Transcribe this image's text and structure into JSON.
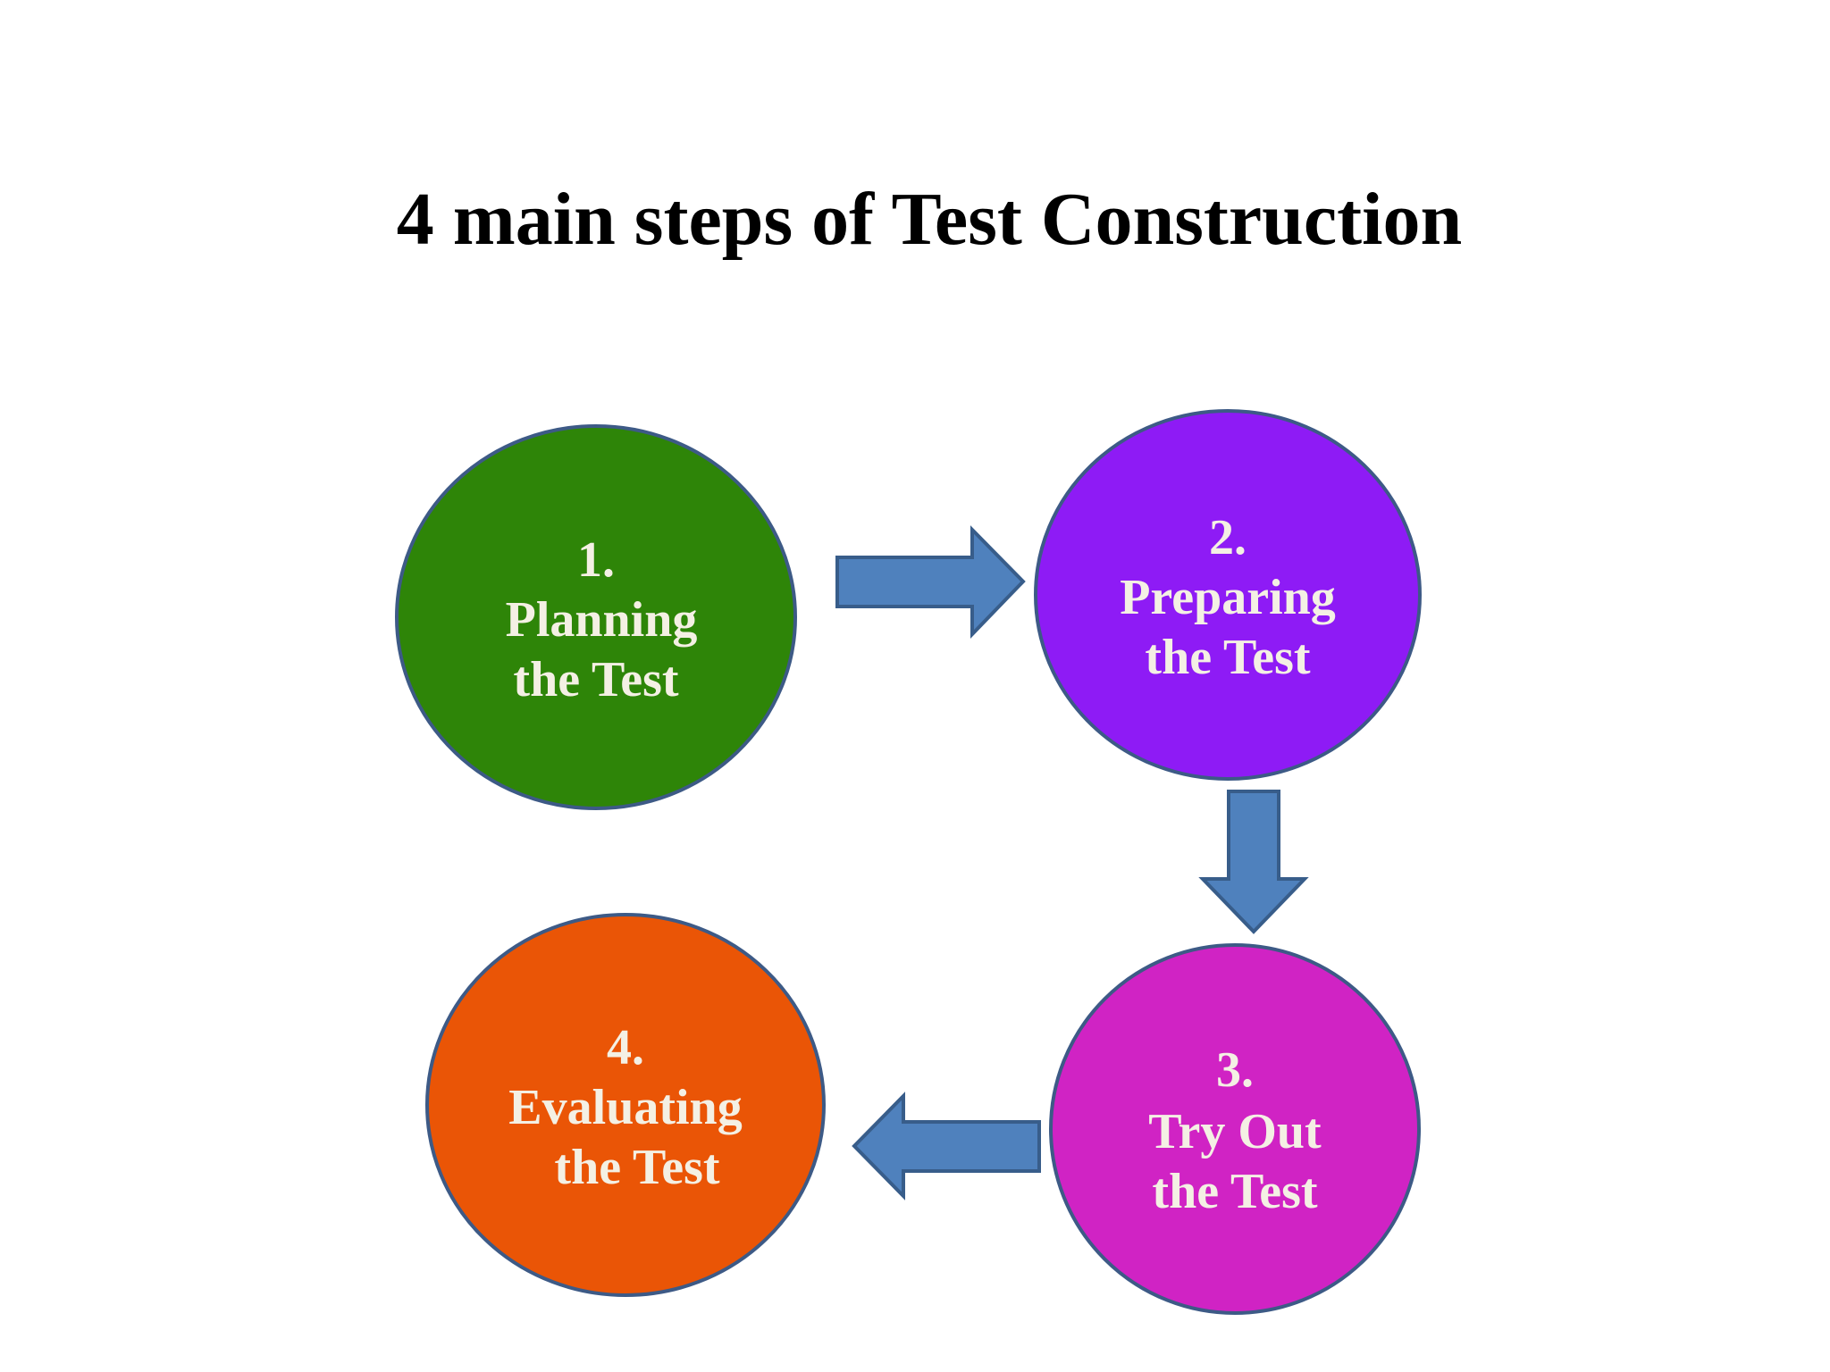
{
  "title": "4 main steps of Test Construction",
  "colors": {
    "step1": "#2e8508",
    "step2": "#8e1bf5",
    "step3": "#d023c4",
    "step4": "#ea5506",
    "circle_border": "#3d5a86",
    "arrow_fill": "#4f81bd",
    "arrow_border": "#385d8a",
    "step_text": "#f4f0e4"
  },
  "steps": [
    {
      "number": "1.",
      "line1": "Planning",
      "line2": "the Test"
    },
    {
      "number": "2.",
      "line1": "Preparing",
      "line2": "the Test"
    },
    {
      "number": "3.",
      "line1": "Try Out",
      "line2": "the Test"
    },
    {
      "number": "4.",
      "line1": "Evaluating",
      "line2": "the Test"
    }
  ]
}
